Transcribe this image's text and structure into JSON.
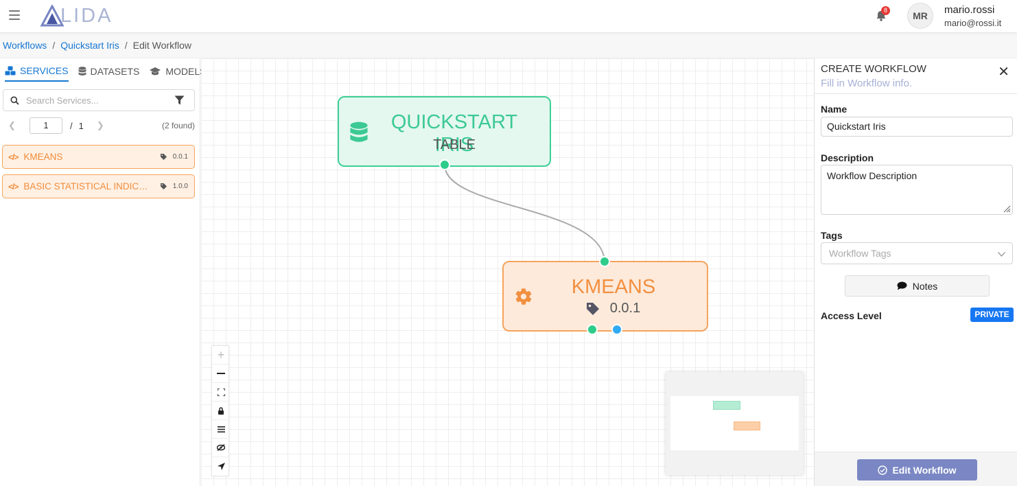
{
  "header": {
    "logo_text": "LIDA",
    "notification_count": "8",
    "avatar_initials": "MR",
    "user_name": "mario.rossi",
    "user_email": "mario@rossi.it"
  },
  "breadcrumb": {
    "items": [
      "Workflows",
      "Quickstart Iris",
      "Edit Workflow"
    ]
  },
  "sidebar": {
    "tabs": [
      {
        "label": "SERVICES",
        "icon": "cubes-icon",
        "active": true
      },
      {
        "label": "DATASETS",
        "icon": "database-icon",
        "active": false
      },
      {
        "label": "MODELS",
        "icon": "graduation-cap-icon",
        "active": false
      }
    ],
    "search_placeholder": "Search Services...",
    "pagination": {
      "current": "1",
      "separator": "/",
      "total": "1",
      "found": "(2 found)"
    },
    "services": [
      {
        "name": "KMEANS",
        "version": "0.0.1"
      },
      {
        "name": "BASIC STATISTICAL INDICATORS",
        "version": "1.0.0"
      }
    ]
  },
  "canvas": {
    "dataset_node": {
      "title": "QUICKSTART IRIS",
      "subtitle": "TABLE"
    },
    "service_node": {
      "title": "KMEANS",
      "version": "0.0.1"
    },
    "controls": [
      "zoom-in",
      "zoom-out",
      "fit-view",
      "lock",
      "menu",
      "hide",
      "locate"
    ]
  },
  "panel": {
    "title": "CREATE WORKFLOW",
    "subtitle": "Fill in Workflow info.",
    "name_label": "Name",
    "name_value": "Quickstart Iris",
    "description_label": "Description",
    "description_value": "Workflow Description",
    "tags_label": "Tags",
    "tags_placeholder": "Workflow Tags",
    "notes_label": "Notes",
    "access_label": "Access Level",
    "access_value": "PRIVATE",
    "submit_label": "Edit Workflow"
  },
  "colors": {
    "accent_blue": "#1677d2",
    "dataset_green": "#3cc994",
    "service_orange": "#f29040",
    "submit_purple": "#7a87c4"
  }
}
